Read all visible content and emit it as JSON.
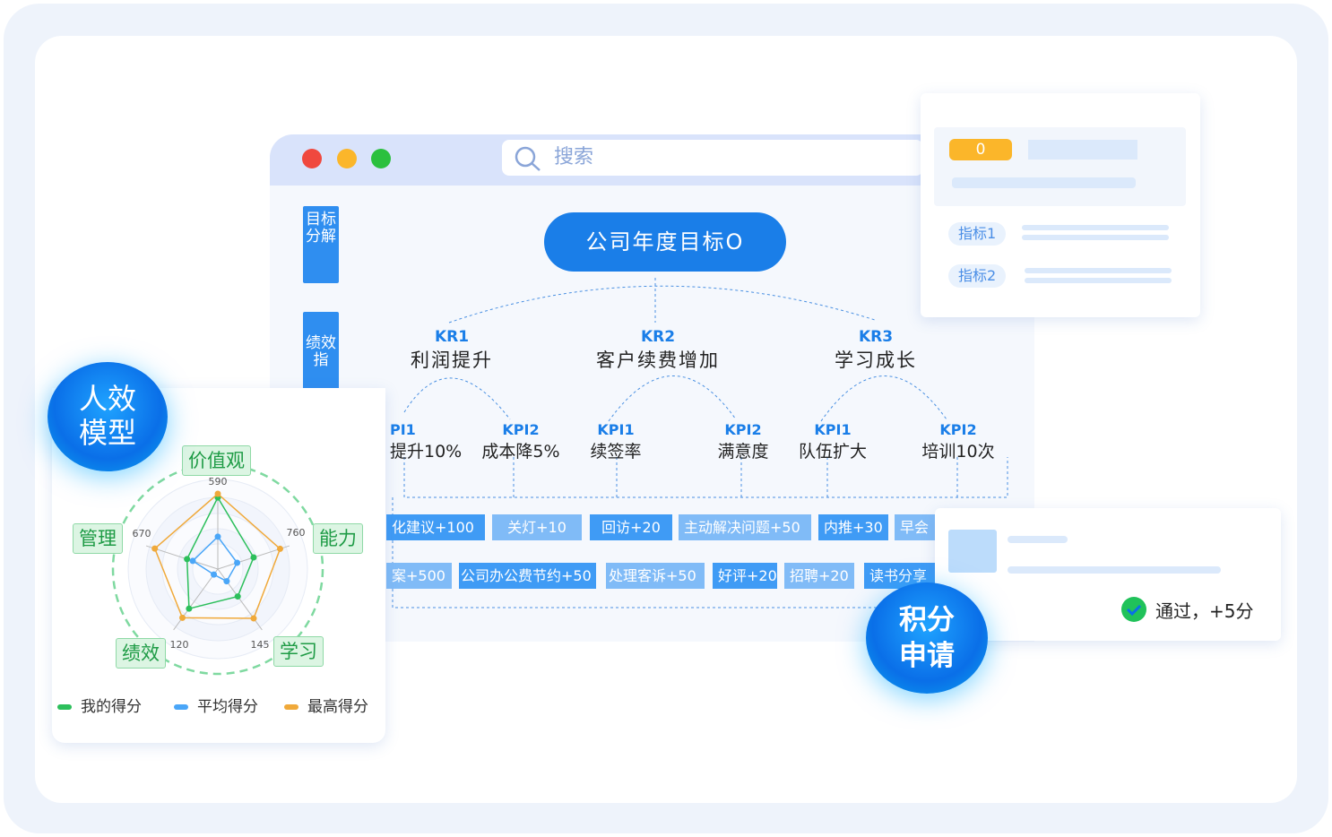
{
  "window": {
    "search_placeholder": "搜索",
    "side_tabs": [
      "目标分解",
      "绩效指"
    ],
    "dots": [
      "#f0483e",
      "#fbb62a",
      "#2bc03e"
    ]
  },
  "goal": "公司年度目标O",
  "krs": [
    {
      "k": "KR1",
      "t": "利润提升"
    },
    {
      "k": "KR2",
      "t": "客户续费增加"
    },
    {
      "k": "KR3",
      "t": "学习成长"
    }
  ],
  "kpis": [
    {
      "k": "PI1",
      "t": "提升10%"
    },
    {
      "k": "KPI2",
      "t": "成本降5%"
    },
    {
      "k": "KPI1",
      "t": "续签率"
    },
    {
      "k": "KPI2",
      "t": "满意度"
    },
    {
      "k": "KPI1",
      "t": "队伍扩大"
    },
    {
      "k": "KPI2",
      "t": "培训10次"
    }
  ],
  "tags_row1": [
    "化建议+100",
    "关灯+10",
    "回访+20",
    "主动解决问题+50",
    "内推+30",
    "早会"
  ],
  "tags_row2": [
    "案+500",
    "公司办公费节约+50",
    "处理客诉+50",
    "好评+20",
    "招聘+20",
    "读书分享"
  ],
  "score_card": {
    "badge": "0",
    "chips": [
      "指标1",
      "指标2"
    ]
  },
  "approval": {
    "status": "通过，+5分"
  },
  "bubbles": {
    "model": [
      "人效",
      "模型"
    ],
    "points": [
      "积分",
      "申请"
    ]
  },
  "chart_data": {
    "type": "radar",
    "axes": [
      "价值观",
      "能力",
      "学习",
      "绩效",
      "管理"
    ],
    "tick_labels": [
      "590",
      "760",
      "145",
      "120",
      "670"
    ],
    "series": [
      {
        "name": "我的得分",
        "color": "#2cbf5b",
        "values": [
          0.95,
          0.5,
          0.45,
          0.65,
          0.43
        ]
      },
      {
        "name": "平均得分",
        "color": "#4aa6f8",
        "values": [
          0.43,
          0.27,
          0.2,
          0.09,
          0.35
        ]
      },
      {
        "name": "最高得分",
        "color": "#f0a93a",
        "values": [
          1.0,
          0.87,
          0.81,
          0.8,
          0.88
        ]
      }
    ]
  }
}
